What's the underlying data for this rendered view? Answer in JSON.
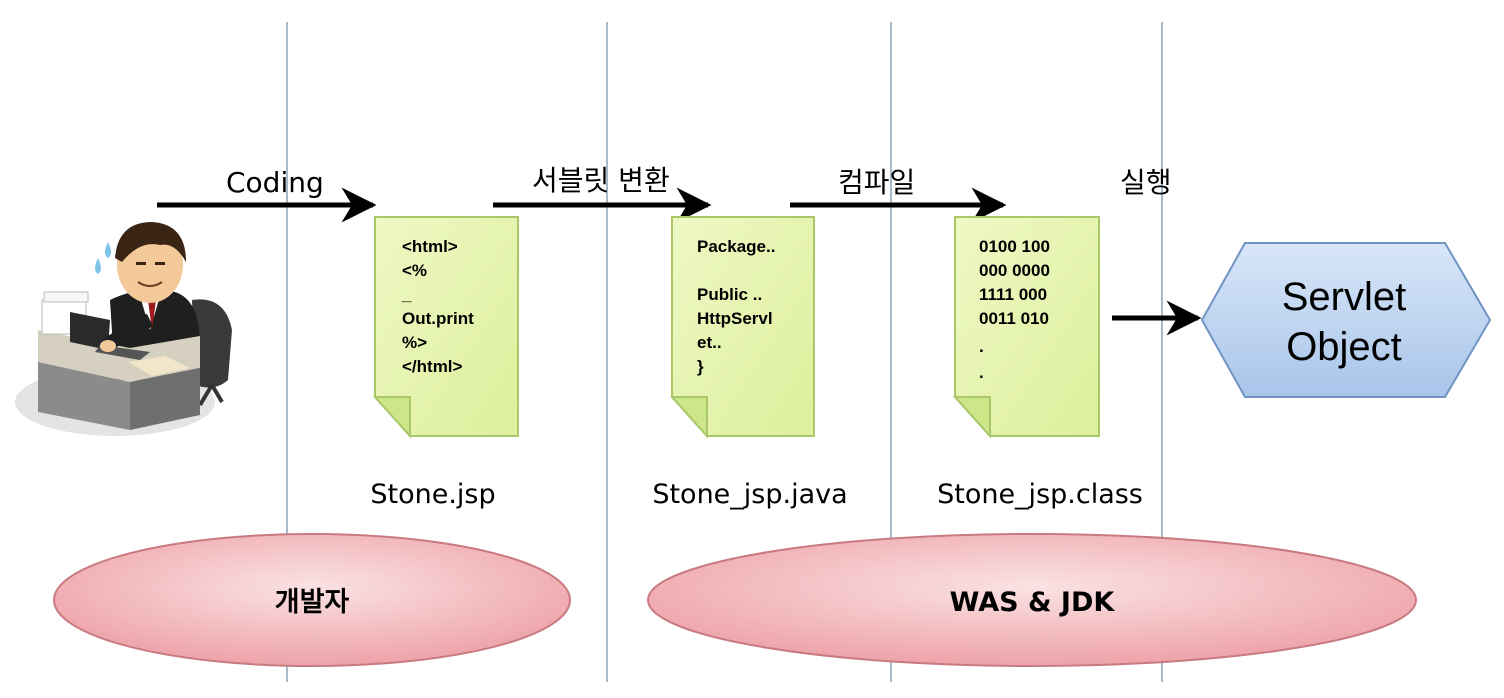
{
  "steps": {
    "coding": "Coding",
    "servlet_convert": "서블릿 변환",
    "compile": "컴파일",
    "execute": "실행"
  },
  "documents": {
    "jsp": {
      "lines": [
        "<html>",
        "<%",
        "_",
        "Out.print",
        "%>",
        "</html>"
      ],
      "filename": "Stone.jsp"
    },
    "java": {
      "lines": [
        "Package..",
        "",
        "Public ..",
        "HttpServl",
        "et..",
        "}"
      ],
      "filename": "Stone_jsp.java"
    },
    "class": {
      "lines": [
        "0100 100",
        "000 0000",
        "1111 000",
        "0011 010",
        ".",
        "."
      ],
      "filename": "Stone_jsp.class"
    }
  },
  "result": {
    "line1": "Servlet",
    "line2": "Object"
  },
  "groups": {
    "developer": "개발자",
    "was_jdk": "WAS & JDK"
  },
  "colors": {
    "doc_fill": "#e6f5b0",
    "doc_stroke": "#a8c86a",
    "hex_fill": "#bcd4f0",
    "hex_stroke": "#6f94c4",
    "ellipse_fill": "#f2b8bc",
    "ellipse_stroke": "#c97a80",
    "divider": "#8aa4b8"
  }
}
